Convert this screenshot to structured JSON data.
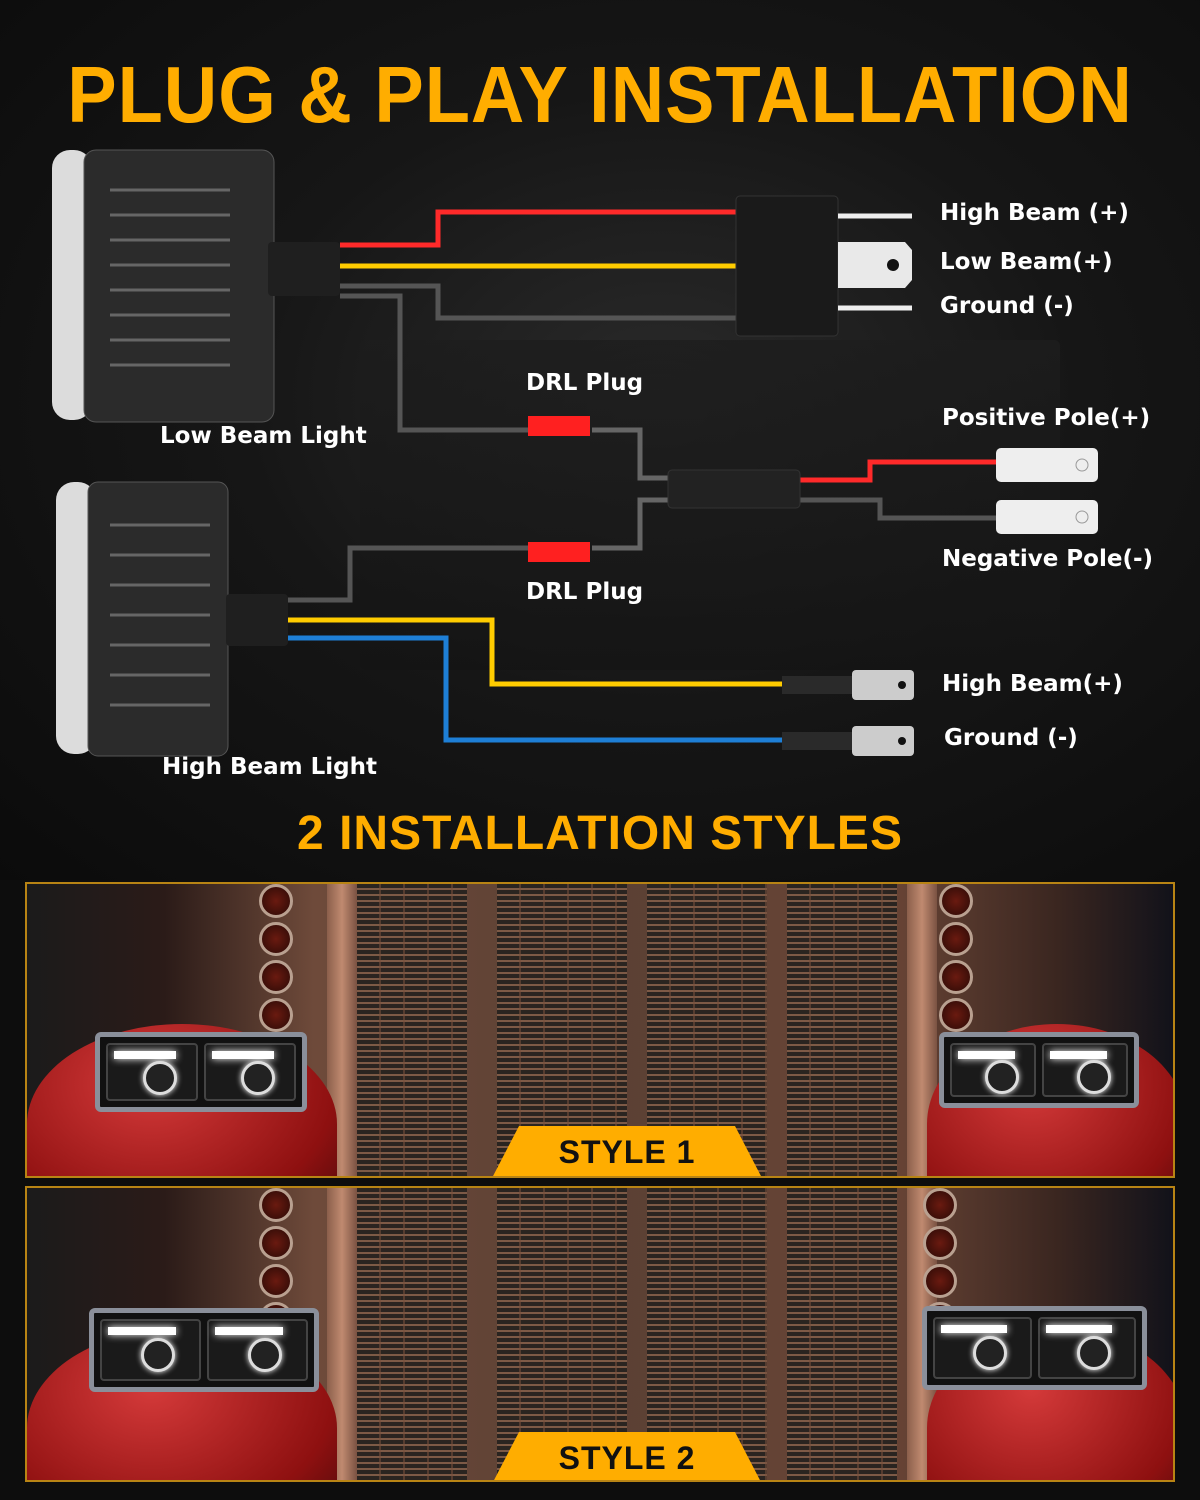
{
  "header": {
    "title": "PLUG & PLAY INSTALLATION"
  },
  "lamps": {
    "low_beam_light": "Low Beam Light",
    "high_beam_light": "High Beam Light"
  },
  "connector_h4": {
    "pins": [
      {
        "label": "High Beam (+)",
        "wire_color": "#ff2a2a"
      },
      {
        "label": "Low Beam(+)",
        "wire_color": "#ffcc00"
      },
      {
        "label": "Ground (-)",
        "wire_color": "#555555"
      }
    ]
  },
  "drl": {
    "plug_top": "DRL Plug",
    "plug_bottom": "DRL Plug",
    "positive": "Positive Pole(+)",
    "negative": "Negative Pole(-)"
  },
  "high_beam_terminals": [
    {
      "label": "High Beam(+)",
      "wire_color": "#ffcc00"
    },
    {
      "label": "Ground (-)",
      "wire_color": "#1e7fd6"
    }
  ],
  "styles_section": {
    "title": "2 INSTALLATION STYLES",
    "styles": [
      {
        "label": "STYLE 1"
      },
      {
        "label": "STYLE 2"
      }
    ]
  },
  "colors": {
    "accent": "#ffad00",
    "background": "#0d0d0d",
    "red_wire": "#ff2a2a",
    "yellow_wire": "#ffcc00",
    "blue_wire": "#1e7fd6",
    "ground_wire": "#555555"
  }
}
